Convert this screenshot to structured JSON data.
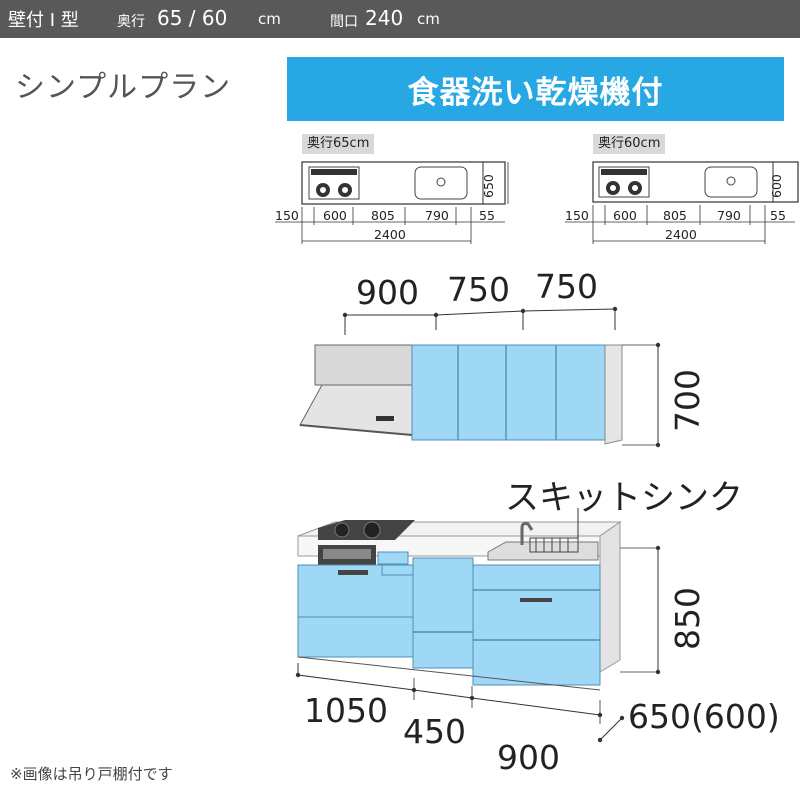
{
  "header": {
    "type_label": "壁付 I 型",
    "depth_label": "奥行",
    "depth_values": "65 / 60",
    "depth_unit": "cm",
    "width_label": "間口",
    "width_value": "240",
    "width_unit": "cm"
  },
  "plan_title": "シンプルプラン",
  "feature_banner": "食器洗い乾燥機付",
  "plan_variants": [
    {
      "tag": "奥行65cm",
      "depth": "650",
      "segments": [
        "150",
        "600",
        "805",
        "790",
        "55"
      ],
      "total": "2400"
    },
    {
      "tag": "奥行60cm",
      "depth": "600",
      "segments": [
        "150",
        "600",
        "805",
        "790",
        "55"
      ],
      "total": "2400"
    }
  ],
  "wall_cabinet": {
    "widths": [
      "900",
      "750",
      "750"
    ],
    "height": "700"
  },
  "base_cabinet": {
    "callout": "スキットシンク",
    "height": "850",
    "widths": [
      "1050",
      "450",
      "900"
    ],
    "depth": "650(600)"
  },
  "note": "※画像は吊り戸棚付です",
  "colors": {
    "header_bg": "#595959",
    "banner_bg": "#27a8e4",
    "cabinet_blue": "#9fd8f4",
    "cabinet_edge": "#4f8fb5"
  }
}
